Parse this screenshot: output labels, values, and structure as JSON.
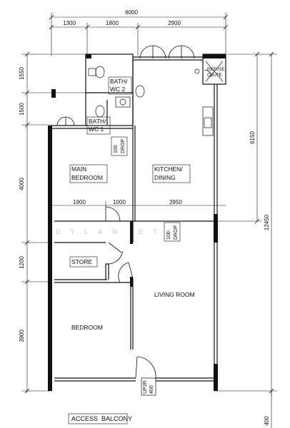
{
  "dimensions": {
    "top_total": "6000",
    "top_seg_1": "1300",
    "top_seg_2": "1800",
    "top_seg_3": "2900",
    "left_1": "1550",
    "left_2": "1500",
    "left_3": "4000",
    "left_4": "1200",
    "left_5": "3900",
    "mid_1": "1900",
    "mid_2": "1000",
    "mid_3": "2950",
    "right_1": "6150",
    "right_2": "12450",
    "bottom_right": "400"
  },
  "rooms": {
    "bath_wc_2": [
      "BATH/",
      "WC 2"
    ],
    "bath_wc_1": [
      "BATH/",
      "WC 1"
    ],
    "main_bedroom": [
      "MAIN",
      "BEDROOM"
    ],
    "kitchen_dining": [
      "KITCHEN/",
      "DINING"
    ],
    "store": "STORE",
    "living_room": "LIVING ROOM",
    "bedroom": "BEDROOM",
    "refuse_chute": [
      "REFUSE",
      "CHUTE"
    ],
    "access_balcony": "ACCESS  BALCONY"
  },
  "annotations": {
    "drop_1": [
      "100",
      "DROP"
    ],
    "drop_2": [
      "100",
      "DROP"
    ],
    "step": [
      "UP3R",
      "400"
    ]
  },
  "watermark": "DYLAN ETE"
}
